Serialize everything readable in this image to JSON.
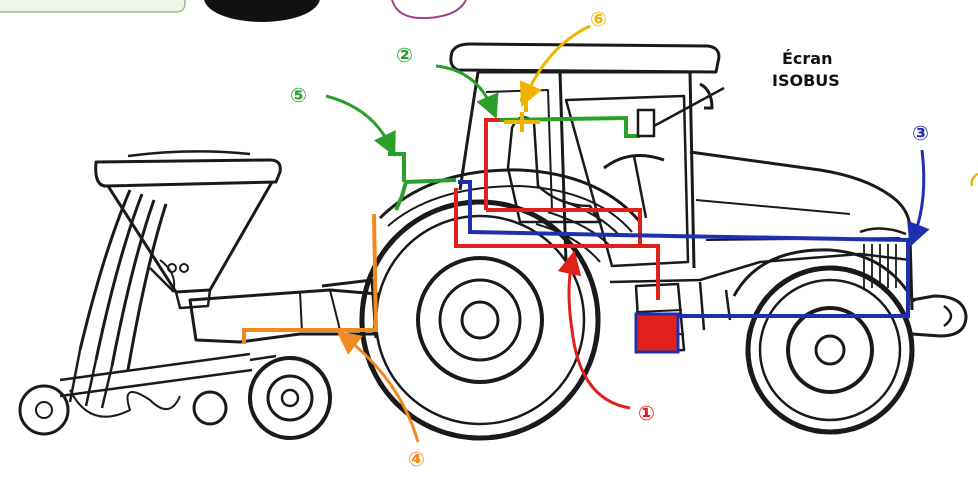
{
  "screen_label": {
    "line1": "Écran",
    "line2": "ISOBUS"
  },
  "markers": [
    {
      "id": "1",
      "text": "①",
      "color": "#e0201b"
    },
    {
      "id": "2",
      "text": "②",
      "color": "#2aa02a"
    },
    {
      "id": "3",
      "text": "③",
      "color": "#1f2fb0"
    },
    {
      "id": "4",
      "text": "④",
      "color": "#f08a20"
    },
    {
      "id": "5",
      "text": "⑤",
      "color": "#2aa02a"
    },
    {
      "id": "6",
      "text": "⑥",
      "color": "#f0b400"
    }
  ],
  "colors": {
    "line_art": "#1a1a1a",
    "red": "#e0201b",
    "green": "#2aa02a",
    "blue": "#1f2fb0",
    "orange": "#f08a20",
    "yellow": "#f0b400"
  }
}
